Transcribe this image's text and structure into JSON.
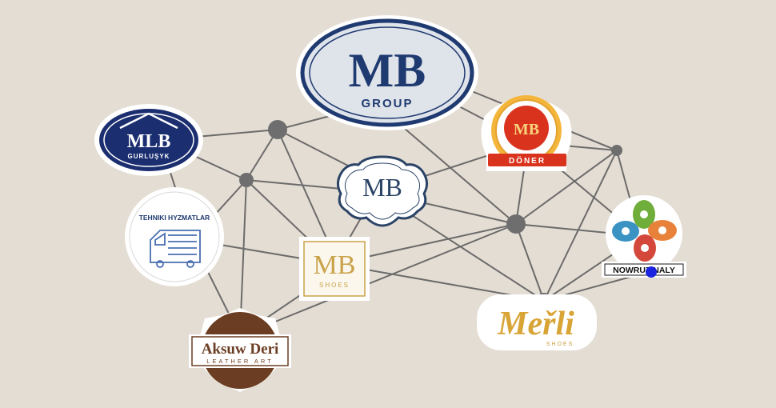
{
  "colors": {
    "background": "#e4ddd3",
    "network_line": "#6b6b6b",
    "node": "#6e6e6e",
    "mb_navy": "#1f3a70",
    "gold": "#c9a24a",
    "doner_red": "#d9331e",
    "aksuw_brown": "#6b3d22",
    "merli_gold": "#d8a436"
  },
  "logos": {
    "mb_group": {
      "mark": "MB",
      "text": "GROUP"
    },
    "mb_gurlusyk": {
      "mark": "MLB",
      "text": "GURLUŞYK"
    },
    "tehniki": {
      "text": "TEHNIKI HYZMATLAR",
      "icon": "truck-icon"
    },
    "mb_center": {
      "mark": "MB",
      "icon": "ornate-frame-icon"
    },
    "mb_shoes": {
      "mark": "MB",
      "text": "SHOES"
    },
    "aksuw_deri": {
      "text": "Aksuw Deri",
      "subtext": "LEATHER ART"
    },
    "mb_doner": {
      "mark": "MB",
      "text": "DÖNER"
    },
    "merli_shoes": {
      "text": "Meřli",
      "subtext": "SHOES"
    },
    "nowruz": {
      "text": "NOWRUZ NALY",
      "icon": "swirl-flower-icon"
    }
  }
}
